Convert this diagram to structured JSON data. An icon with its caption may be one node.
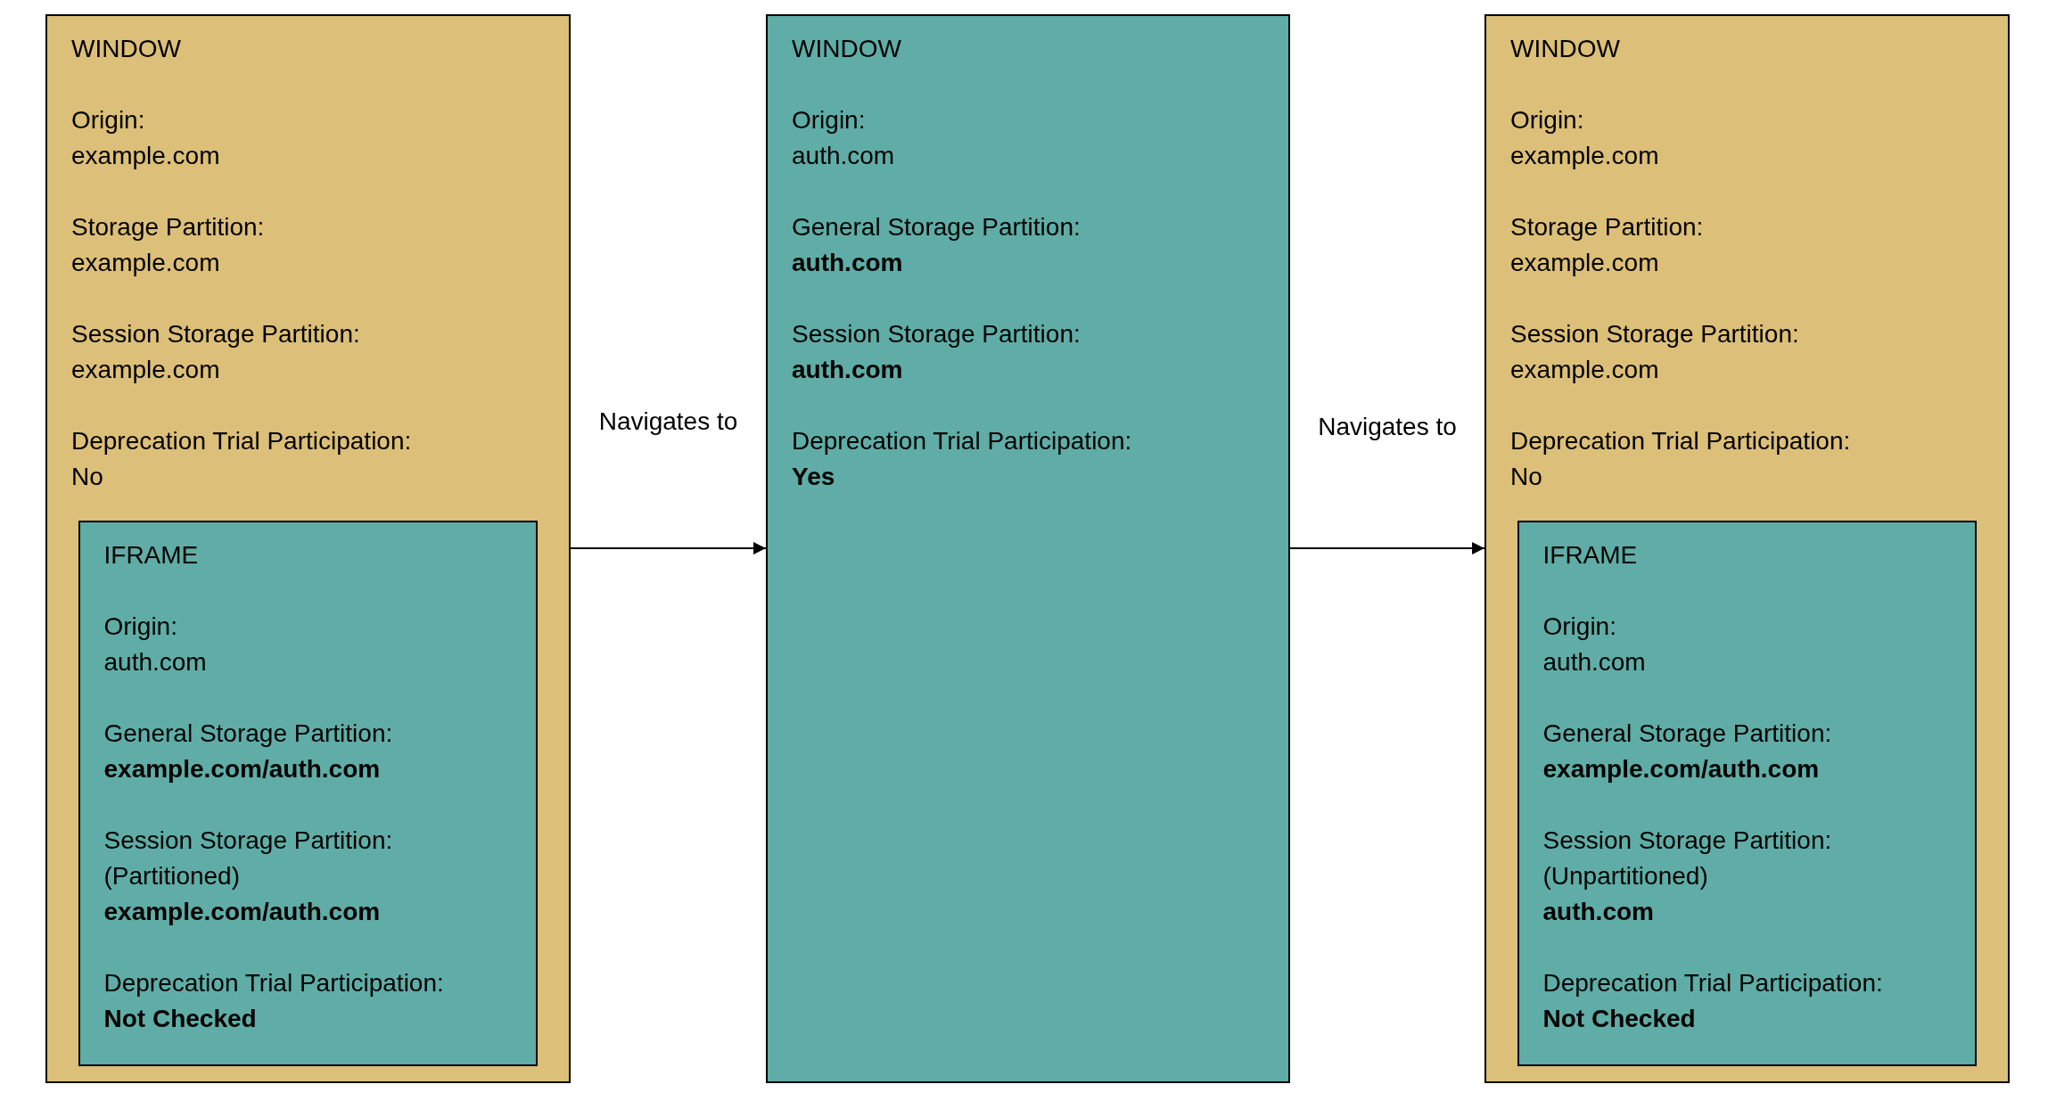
{
  "diagram": {
    "nodes": [
      {
        "text": [
          "WINDOW",
          "Origin:",
          "example.com",
          "Storage Partition:",
          "example.com",
          "Session Storage Partition:",
          "example.com",
          "Deprecation Trial Participation:",
          "No"
        ]
      },
      {
        "text": [
          "IFRAME",
          "Origin:",
          "auth.com",
          "General Storage Partition:",
          "example.com/auth.com",
          "Session Storage Partition:",
          "(Partitioned)",
          "example.com/auth.com",
          "Deprecation Trial Participation:",
          "Not Checked"
        ],
        "in": 0
      },
      {
        "text": [
          "WINDOW",
          "Origin:",
          "auth.com",
          "General Storage Partition:",
          "auth.com",
          "Session Storage Partition:",
          "auth.com",
          "Deprecation Trial Participation:",
          "Yes"
        ]
      },
      {
        "text": [
          "WINDOW",
          "Origin:",
          "example.com",
          "Storage Partition:",
          "example.com",
          "Session Storage Partition:",
          "example.com",
          "Deprecation Trial Participation:",
          "No"
        ]
      },
      {
        "text": [
          "IFRAME",
          "Origin:",
          "auth.com",
          "General Storage Partition:",
          "example.com/auth.com",
          "Session Storage Partition:",
          "(Unpartitioned)",
          "auth.com",
          "Deprecation Trial Participation:",
          "Not Checked"
        ],
        "in": 3
      }
    ],
    "edges": [
      {
        "from": 0,
        "to": 2,
        "arrow": "to",
        "label": "Navigates to"
      },
      {
        "from": 2,
        "to": 3,
        "arrow": "to",
        "label": "Navigates to"
      }
    ]
  }
}
